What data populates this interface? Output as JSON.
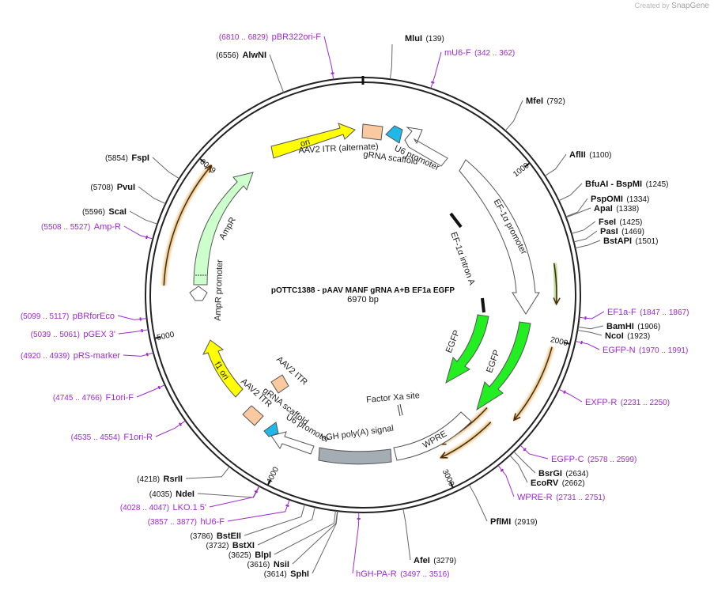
{
  "watermark": {
    "prefix": "Created by",
    "brand": "SnapGene"
  },
  "plasmid": {
    "name": "pOTTC1388 - pAAV MANF gRNA A+B EF1a EGFP",
    "size_label": "6970 bp",
    "length": 6970
  },
  "ticks": [
    "1000",
    "2000",
    "3000",
    "4000",
    "5000",
    "6000"
  ],
  "enzymes": [
    {
      "name": "MluI",
      "pos": "(139)",
      "bp": 139
    },
    {
      "name": "MfeI",
      "pos": "(792)",
      "bp": 792
    },
    {
      "name": "AflII",
      "pos": "(1100)",
      "bp": 1100
    },
    {
      "name": "BfuAI",
      "pos": "(1245)",
      "bp": 1245,
      "extra": " - BspMI"
    },
    {
      "name": "PspOMI",
      "pos": "(1334)",
      "bp": 1334
    },
    {
      "name": "ApaI",
      "pos": "(1338)",
      "bp": 1338
    },
    {
      "name": "FseI",
      "pos": "(1425)",
      "bp": 1425
    },
    {
      "name": "PasI",
      "pos": "(1469)",
      "bp": 1469
    },
    {
      "name": "BstAPI",
      "pos": "(1501)",
      "bp": 1501
    },
    {
      "name": "BamHI",
      "pos": "(1906)",
      "bp": 1906
    },
    {
      "name": "NcoI",
      "pos": "(1923)",
      "bp": 1923
    },
    {
      "name": "BsrGI",
      "pos": "(2634)",
      "bp": 2634
    },
    {
      "name": "EcoRV",
      "pos": "(2662)",
      "bp": 2662
    },
    {
      "name": "PflMI",
      "pos": "(2919)",
      "bp": 2919
    },
    {
      "name": "AfeI",
      "pos": "(3279)",
      "bp": 3279
    },
    {
      "name": "SphI",
      "pos": "(3614)",
      "bp": 3614
    },
    {
      "name": "NsiI",
      "pos": "(3616)",
      "bp": 3616
    },
    {
      "name": "BlpI",
      "pos": "(3625)",
      "bp": 3625
    },
    {
      "name": "BstXI",
      "pos": "(3732)",
      "bp": 3732
    },
    {
      "name": "BstEII",
      "pos": "(3786)",
      "bp": 3786
    },
    {
      "name": "NdeI",
      "pos": "(4035)",
      "bp": 4035
    },
    {
      "name": "RsrII",
      "pos": "(4218)",
      "bp": 4218
    },
    {
      "name": "ScaI",
      "pos": "(5596)",
      "bp": 5596
    },
    {
      "name": "PvuI",
      "pos": "(5708)",
      "bp": 5708
    },
    {
      "name": "FspI",
      "pos": "(5854)",
      "bp": 5854
    },
    {
      "name": "AlwNI",
      "pos": "(6556)",
      "bp": 6556
    }
  ],
  "primers": [
    {
      "name": "mU6-F",
      "pos": "(342 .. 362)",
      "bp": 352
    },
    {
      "name": "EF1a-F",
      "pos": "(1847 .. 1867)",
      "bp": 1857
    },
    {
      "name": "EGFP-N",
      "pos": "(1970 .. 1991)",
      "bp": 1980
    },
    {
      "name": "EXFP-R",
      "pos": "(2231 .. 2250)",
      "bp": 2240
    },
    {
      "name": "EGFP-C",
      "pos": "(2578 .. 2599)",
      "bp": 2588
    },
    {
      "name": "WPRE-R",
      "pos": "(2731 .. 2751)",
      "bp": 2741
    },
    {
      "name": "hGH-PA-R",
      "pos": "(3497 .. 3516)",
      "bp": 3506
    },
    {
      "name": "hU6-F",
      "pos": "(3857 .. 3877)",
      "bp": 3867
    },
    {
      "name": "LKO.1 5'",
      "pos": "(4028 .. 4047)",
      "bp": 4037
    },
    {
      "name": "F1ori-R",
      "pos": "(4535 .. 4554)",
      "bp": 4544
    },
    {
      "name": "F1ori-F",
      "pos": "(4745 .. 4766)",
      "bp": 4755
    },
    {
      "name": "pRS-marker",
      "pos": "(4920 .. 4939)",
      "bp": 4929
    },
    {
      "name": "pGEX 3'",
      "pos": "(5039 .. 5061)",
      "bp": 5050
    },
    {
      "name": "pBRforEco",
      "pos": "(5099 .. 5117)",
      "bp": 5108
    },
    {
      "name": "Amp-R",
      "pos": "(5508 .. 5527)",
      "bp": 5517
    },
    {
      "name": "pBR322ori-F",
      "pos": "(6810 .. 6829)",
      "bp": 6819
    }
  ],
  "features": {
    "ori": "ori",
    "itr_alt": "AAV2 ITR (alternate)",
    "grna_scaffold_1": "gRNA scaffold",
    "u6_promoter_1": "U6 promoter",
    "ef1a_promoter": "EF-1α promoter",
    "ef1a_intron": "EF-1α intron A",
    "egfp_outer": "EGFP",
    "egfp_inner": "EGFP",
    "factor_xa": "Factor Xa site",
    "wpre": "WPRE",
    "hgh_polya": "hGH poly(A) signal",
    "u6_promoter_2": "U6 promoter",
    "grna_scaffold_2": "gRNA scaffold",
    "itr_2": "AAV2 ITR",
    "itr_3": "AAV2 ITR",
    "f1_ori": "f1 ori",
    "ampr": "AmpR",
    "ampr_promoter": "AmpR promoter"
  },
  "colors": {
    "enzyme": "#111111",
    "primer": "#9c2ad0",
    "ori": "#ffff00",
    "itr": "#fbc9a0",
    "grna_scaffold": "#20b8e8",
    "promoter": "#ffffff",
    "egfp": "#22ee22",
    "ampr": "#ccffcc",
    "polya": "#a4acb4",
    "orf_outline": "#d9a040",
    "ef1a_outline": "#5fae20"
  }
}
